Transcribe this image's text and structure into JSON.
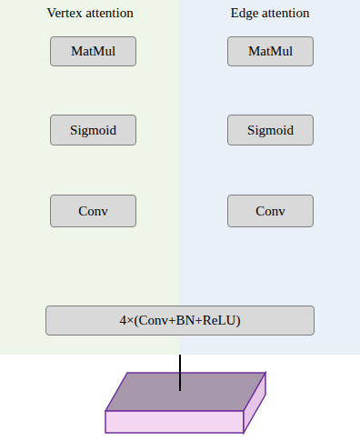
{
  "diagram": {
    "nodes": [
      {
        "text": [
          "Vertex attention"
        ]
      },
      {
        "text": [
          "MatMul"
        ],
        "in": 0
      },
      {
        "text": [
          "Sigmoid"
        ],
        "in": 0
      },
      {
        "text": [
          "Conv"
        ],
        "in": 0
      },
      {
        "text": [
          "Edge attention"
        ]
      },
      {
        "text": [
          "MatMul"
        ],
        "in": 4
      },
      {
        "text": [
          "Sigmoid"
        ],
        "in": 4
      },
      {
        "text": [
          "Conv"
        ],
        "in": 4
      },
      {
        "text": [
          "4×(Conv+BN+ReLU)"
        ]
      }
    ],
    "edges": [
      {
        "from": 3,
        "to": 2,
        "arrow": "to"
      },
      {
        "from": 2,
        "to": 1,
        "arrow": "to"
      },
      {
        "from": 7,
        "to": 6,
        "arrow": "to"
      },
      {
        "from": 6,
        "to": 5,
        "arrow": "to"
      },
      {
        "from": 8,
        "to": 3,
        "arrow": "to"
      },
      {
        "from": 8,
        "to": 7,
        "arrow": "to"
      },
      {
        "from": 8,
        "to": 1,
        "arrow": "to"
      },
      {
        "from": 8,
        "to": 5,
        "arrow": "to"
      }
    ]
  }
}
